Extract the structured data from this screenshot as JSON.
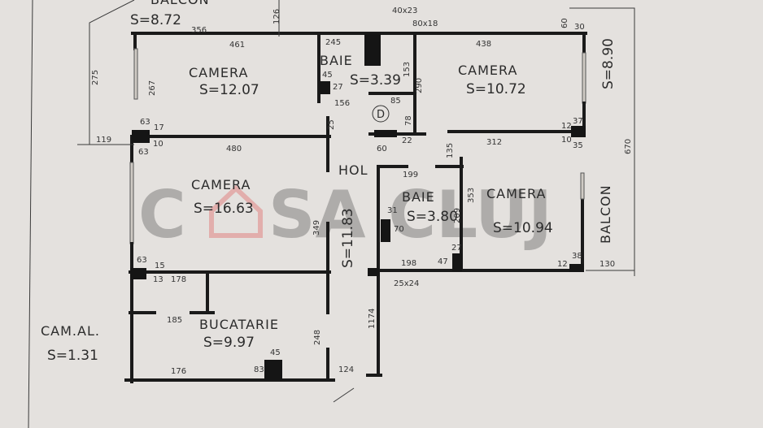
{
  "watermark": {
    "text": "CASA CLUJ",
    "accent": "#e05050"
  },
  "rooms": [
    {
      "name": "CAMERA",
      "area": "S=12.07"
    },
    {
      "name": "BAIE",
      "area": "S=3.39"
    },
    {
      "name": "CAMERA",
      "area": "S=10.72"
    },
    {
      "name": "CAMERA",
      "area": "S=16.63"
    },
    {
      "name": "HOL",
      "area": "S=11.83"
    },
    {
      "name": "BAIE",
      "area": "S=3.80"
    },
    {
      "name": "CAMERA",
      "area": "S=10.94"
    },
    {
      "name": "BUCATARIE",
      "area": "S=9.97"
    },
    {
      "name": "CAM.AL.",
      "area": "S=1.31"
    },
    {
      "name": "BALCON",
      "area": "S=8.72"
    },
    {
      "name": "BALCON",
      "area": "S=8.90"
    }
  ],
  "dims": [
    "356",
    "461",
    "126",
    "267",
    "275",
    "119",
    "63",
    "17",
    "10",
    "63",
    "480",
    "245",
    "40x23",
    "80x18",
    "153",
    "45",
    "27",
    "156",
    "85",
    "78",
    "60",
    "22",
    "25",
    "438",
    "60",
    "30",
    "37",
    "12",
    "10",
    "35",
    "312",
    "135",
    "199",
    "353",
    "209",
    "31",
    "70",
    "27",
    "47",
    "198",
    "12",
    "38",
    "130",
    "25x24",
    "349",
    "63",
    "15",
    "13",
    "178",
    "185",
    "248",
    "176",
    "45",
    "83",
    "124",
    "1174",
    "670",
    "290"
  ],
  "labels": {
    "door": "D"
  }
}
